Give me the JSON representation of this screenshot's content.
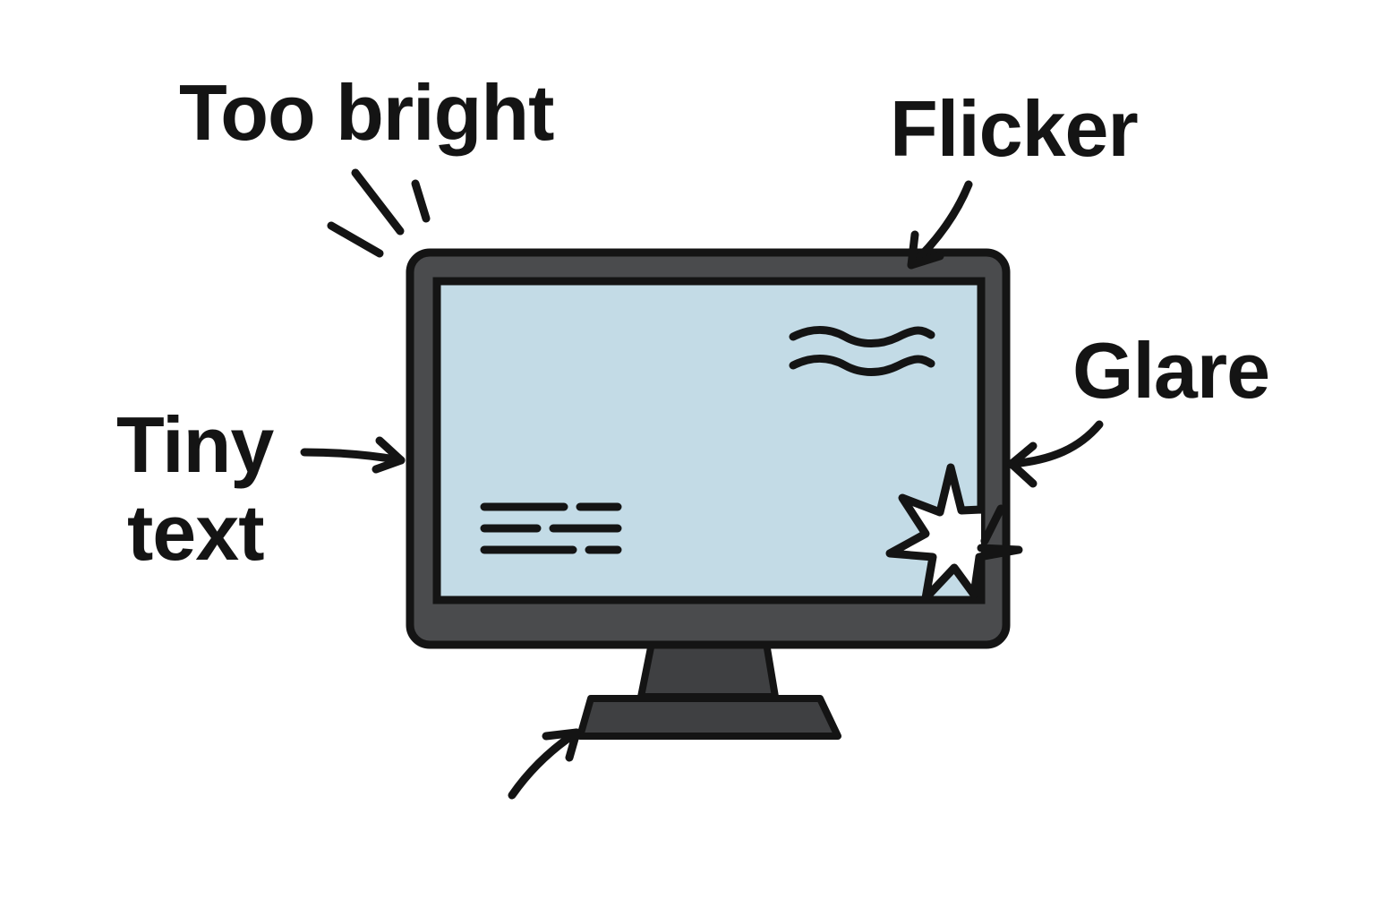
{
  "labels": {
    "too_bright": "Too bright",
    "flicker": "Flicker",
    "glare": "Glare",
    "tiny_text_line1": "Tiny",
    "tiny_text_line2": "text"
  },
  "colors": {
    "outline": "#141414",
    "bezel": "#4a4b4d",
    "screen": "#c3dbe6",
    "stand": "#3f4042",
    "glare_burst": "#ffffff",
    "background": "#ffffff"
  },
  "icons": {
    "monitor": "monitor-icon",
    "brightness_rays": "brightness-rays-icon",
    "glare_burst": "glare-burst-icon",
    "wavy_lines": "wavy-lines-icon",
    "text_lines": "text-lines-icon",
    "arrows": "arrow-icon"
  }
}
